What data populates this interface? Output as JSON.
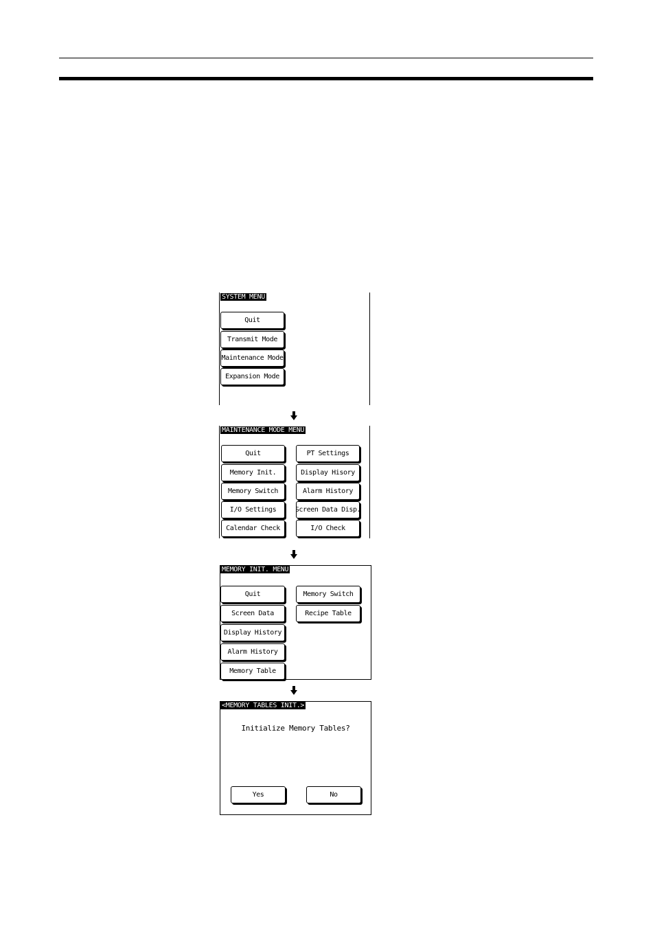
{
  "system_menu": {
    "title": "SYSTEM MENU",
    "buttons": [
      "Quit",
      "Transmit Mode",
      "Maintenance Mode",
      "Expansion Mode"
    ]
  },
  "maintenance_menu": {
    "title": "MAINTENANCE MODE MENU",
    "left_buttons": [
      "Quit",
      "Memory Init.",
      "Memory Switch",
      "I/O Settings",
      "Calendar Check"
    ],
    "right_buttons": [
      "PT Settings",
      "Display Hisory",
      "Alarm History",
      "Screen Data Disp.",
      "I/O Check"
    ]
  },
  "memory_init_menu": {
    "title": "MEMORY INIT. MENU",
    "left_buttons": [
      "Quit",
      "Screen Data",
      "Display History",
      "Alarm History",
      "Memory Table"
    ],
    "right_buttons": [
      "Memory Switch",
      "Recipe Table"
    ]
  },
  "memory_tables_init": {
    "title": "<MEMORY TABLES INIT.>",
    "prompt": "Initialize Memory Tables?",
    "yes_label": "Yes",
    "no_label": "No"
  },
  "icons": {
    "flow_arrow": "down-arrow-icon"
  }
}
